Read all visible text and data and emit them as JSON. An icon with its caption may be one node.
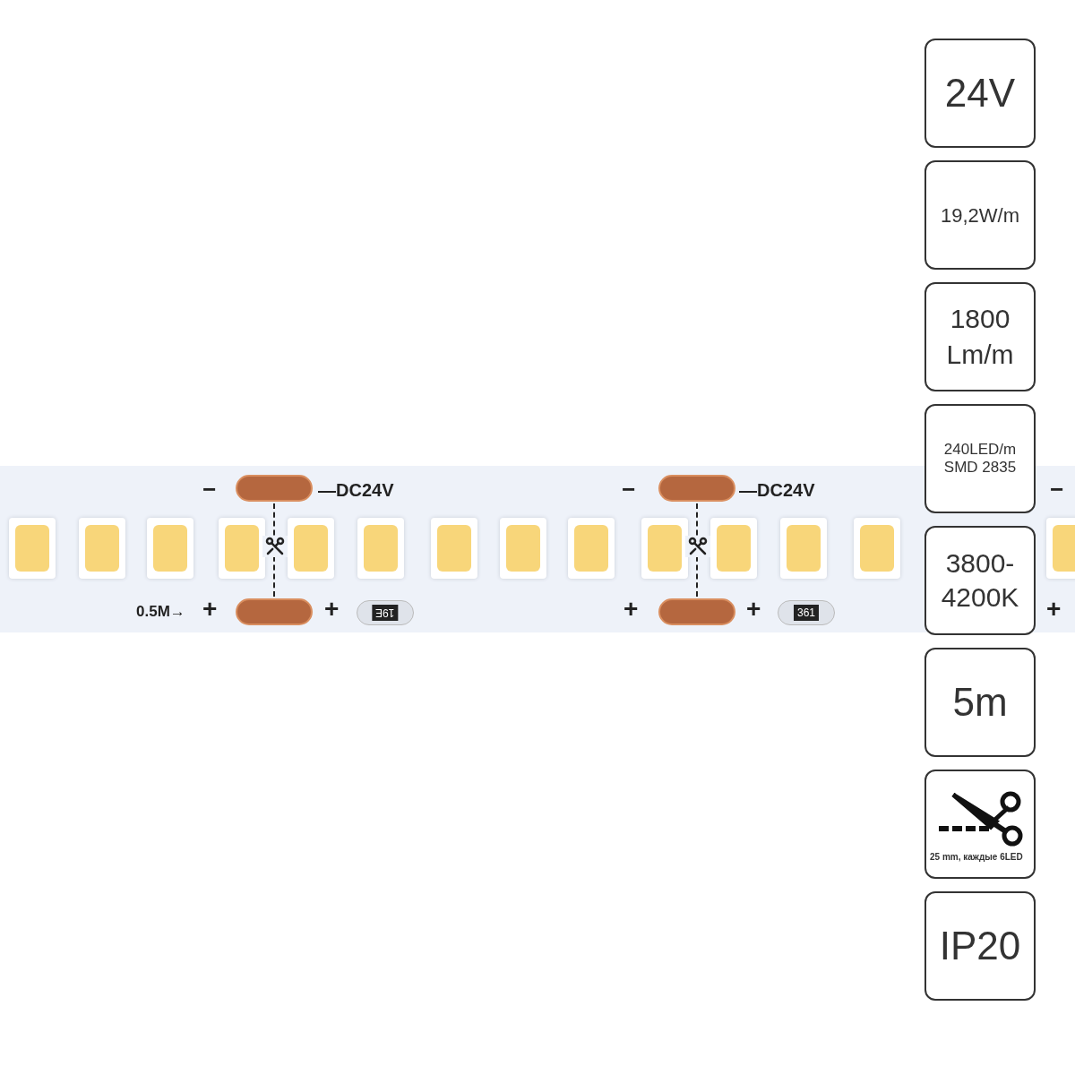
{
  "diagram": {
    "nodes": [
      {
        "text": [
          "24V"
        ]
      },
      {
        "text": [
          "19,2W/m"
        ]
      },
      {
        "text": [
          "1800 Lm/m"
        ]
      },
      {
        "text": [
          "240LED/m",
          "SMD 2835"
        ]
      },
      {
        "text": [
          "3800- 4200K"
        ]
      },
      {
        "text": [
          "5m"
        ]
      },
      {
        "text": [
          "25 mm, каждые 6LED"
        ]
      },
      {
        "text": [
          "IP20"
        ]
      }
    ],
    "labels": [
      "−",
      "—DC24V",
      "−",
      "—DC24V",
      "−",
      "0.5M→",
      "+",
      "+",
      "19E",
      "+",
      "+",
      "361",
      "+"
    ]
  }
}
